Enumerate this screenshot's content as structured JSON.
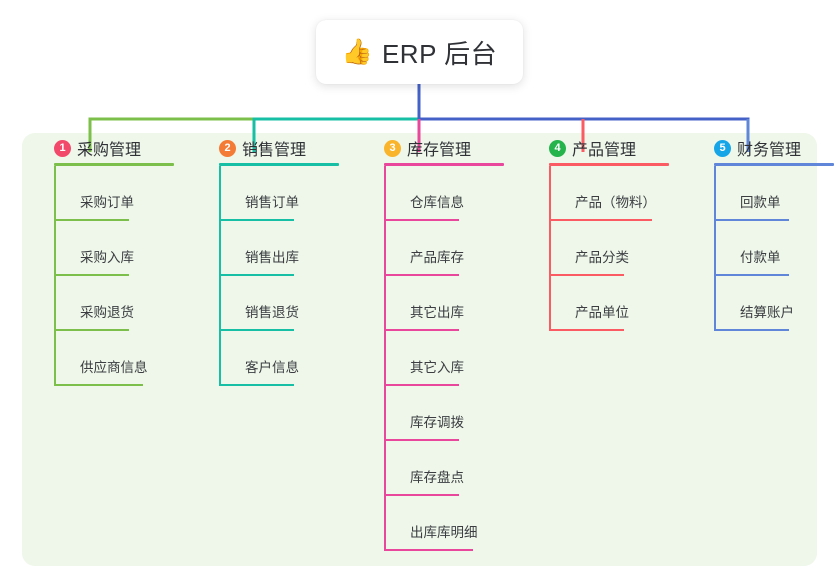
{
  "title": {
    "icon": "thumbs-up-icon",
    "icon_glyph": "👍",
    "text": "ERP 后台"
  },
  "canvas": {
    "panel_color": "#eef7e9",
    "background": "#ffffff"
  },
  "trunk": {
    "color": "#4461c7"
  },
  "columns": [
    {
      "number": "1",
      "title": "采购管理",
      "badge_color": "#f2496b",
      "line_color": "#7cc04b",
      "items": [
        {
          "label": "采购订单"
        },
        {
          "label": "采购入库"
        },
        {
          "label": "采购退货"
        },
        {
          "label": "供应商信息"
        }
      ]
    },
    {
      "number": "2",
      "title": "销售管理",
      "badge_color": "#f47b35",
      "line_color": "#17bfa5",
      "items": [
        {
          "label": "销售订单"
        },
        {
          "label": "销售出库"
        },
        {
          "label": "销售退货"
        },
        {
          "label": "客户信息"
        }
      ]
    },
    {
      "number": "3",
      "title": "库存管理",
      "badge_color": "#f9b42b",
      "line_color": "#e8479c",
      "items": [
        {
          "label": "仓库信息"
        },
        {
          "label": "产品库存"
        },
        {
          "label": "其它出库"
        },
        {
          "label": "其它入库"
        },
        {
          "label": "库存调拨"
        },
        {
          "label": "库存盘点"
        },
        {
          "label": "出库库明细"
        }
      ]
    },
    {
      "number": "4",
      "title": "产品管理",
      "badge_color": "#25b44c",
      "line_color": "#fb5b62",
      "items": [
        {
          "label": "产品（物料）"
        },
        {
          "label": "产品分类"
        },
        {
          "label": "产品单位"
        }
      ]
    },
    {
      "number": "5",
      "title": "财务管理",
      "badge_color": "#16a6e8",
      "line_color": "#5f86d8",
      "items": [
        {
          "label": "回款单"
        },
        {
          "label": "付款单"
        },
        {
          "label": "结算账户"
        }
      ]
    }
  ]
}
